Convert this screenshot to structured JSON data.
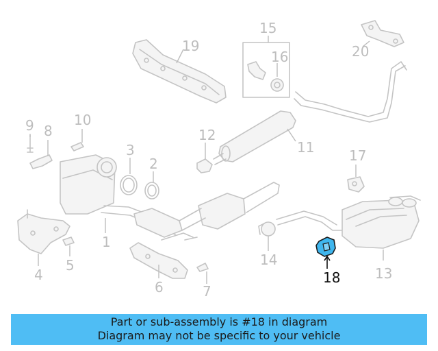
{
  "diagram": {
    "callouts": [
      "1",
      "2",
      "3",
      "4",
      "5",
      "6",
      "7",
      "8",
      "9",
      "10",
      "11",
      "12",
      "13",
      "14",
      "15",
      "16",
      "17",
      "18",
      "19",
      "20"
    ],
    "highlighted_part": "18"
  },
  "banner": {
    "line1": "Part or sub-assembly is #18 in diagram",
    "line2": "Diagram may not be specific to your vehicle"
  },
  "colors": {
    "banner_bg": "#4fbdf4",
    "highlight": "#3fb6ee",
    "line_art": "#c4c4c4"
  }
}
